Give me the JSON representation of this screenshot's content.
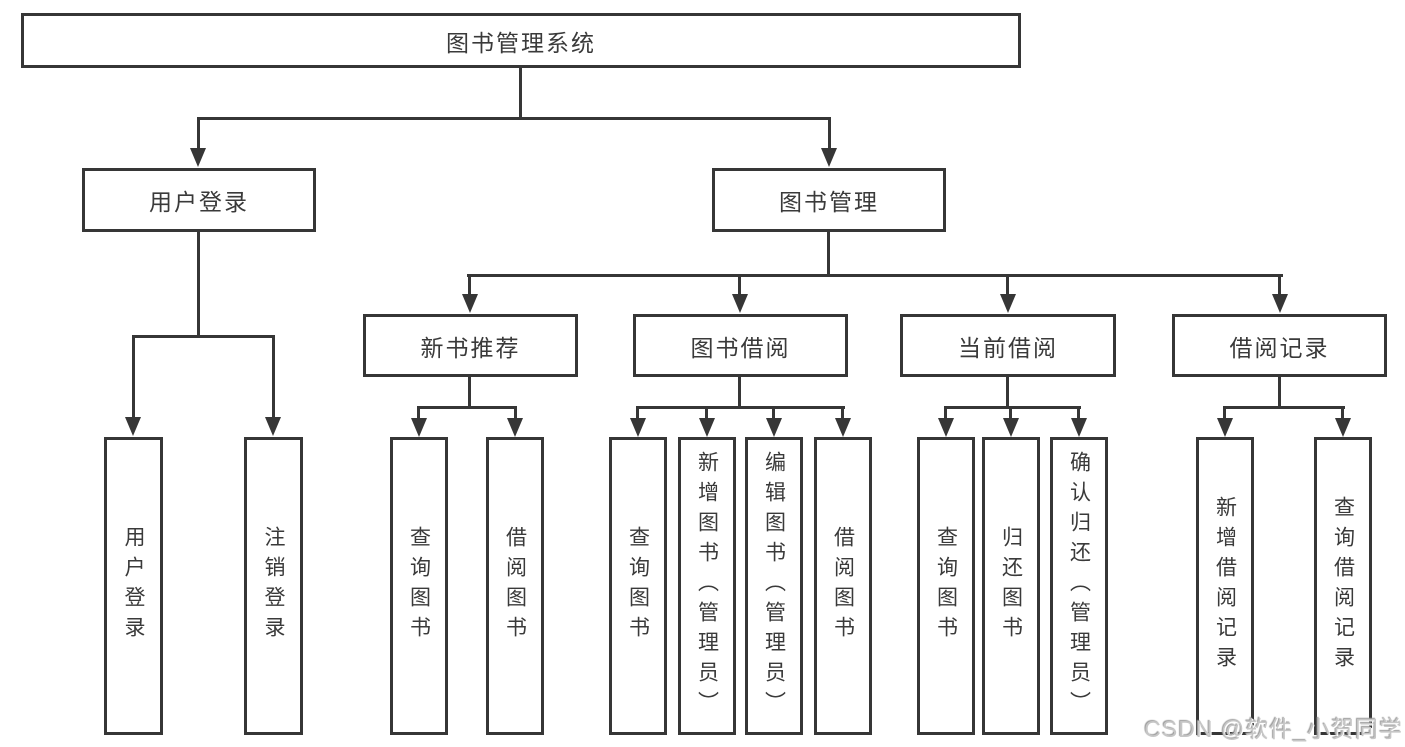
{
  "diagram": {
    "title": "图书管理系统",
    "watermark": "CSDN @软件_小贺同学",
    "colors": {
      "line": "#363636",
      "text": "#3a3a3a",
      "background": "#ffffff",
      "watermark": "#c6c6c6"
    },
    "tree": {
      "label": "图书管理系统",
      "children": [
        {
          "label": "用户登录",
          "children": [
            {
              "label": "用户登录"
            },
            {
              "label": "注销登录"
            }
          ]
        },
        {
          "label": "图书管理",
          "children": [
            {
              "label": "新书推荐",
              "children": [
                {
                  "label": "查询图书"
                },
                {
                  "label": "借阅图书"
                }
              ]
            },
            {
              "label": "图书借阅",
              "children": [
                {
                  "label": "查询图书"
                },
                {
                  "label": "新增图书（管理员）"
                },
                {
                  "label": "编辑图书（管理员）"
                },
                {
                  "label": "借阅图书"
                }
              ]
            },
            {
              "label": "当前借阅",
              "children": [
                {
                  "label": "查询图书"
                },
                {
                  "label": "归还图书"
                },
                {
                  "label": "确认归还（管理员）"
                }
              ]
            },
            {
              "label": "借阅记录",
              "children": [
                {
                  "label": "新增借阅记录"
                },
                {
                  "label": "查询借阅记录"
                }
              ]
            }
          ]
        }
      ]
    }
  }
}
